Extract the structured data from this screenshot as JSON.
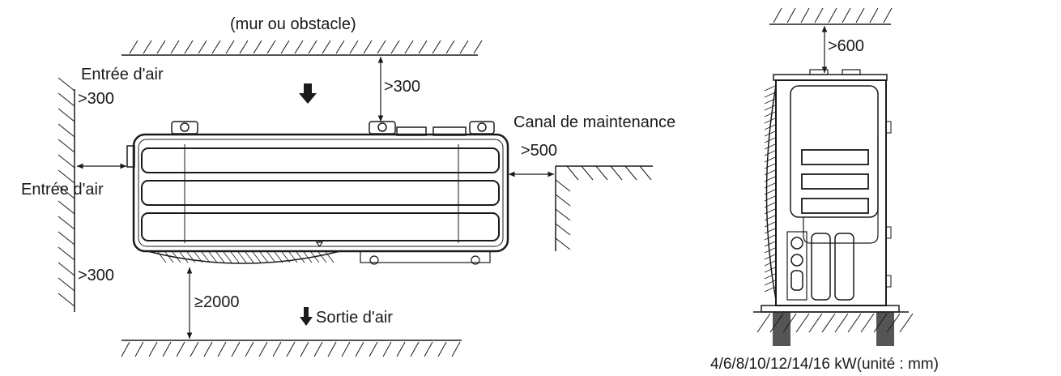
{
  "top_obstacle_label": "(mur ou obstacle)",
  "left_inlet_label_top": "Entrée d'air",
  "left_clear_top": ">300",
  "left_inlet_label_mid": "Entrée d'air",
  "left_clear_bottom": ">300",
  "top_clear": ">300",
  "maintenance_label": "Canal de maintenance",
  "maintenance_clear": ">500",
  "outlet_clear": "≥2000",
  "outlet_label": "Sortie d'air",
  "side_top_clear": ">600",
  "caption": "4/6/8/10/12/14/16 kW(unité : mm)",
  "icons": [
    "down-arrow-icon",
    "hatched-wall-symbol",
    "dimension-arrow-icon"
  ]
}
